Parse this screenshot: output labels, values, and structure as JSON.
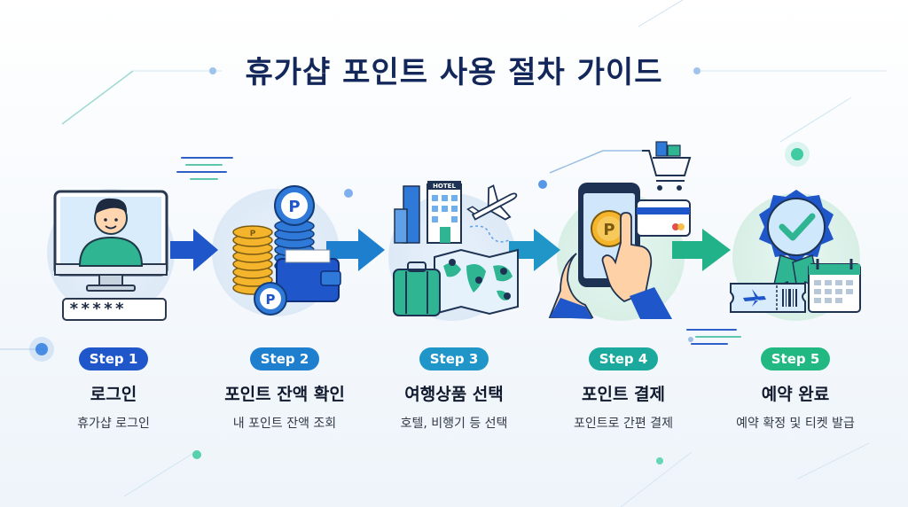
{
  "title": "휴가샵 포인트 사용 절차 가이드",
  "password_mask": "*****",
  "hotel_sign": "HOTEL",
  "coin_symbol": "P",
  "colors": {
    "title": "#13275a",
    "step1": "#1f56c9",
    "step2": "#1f7fcf",
    "step3": "#1f95c8",
    "step4": "#1aa99c",
    "step5": "#22b882"
  },
  "steps": [
    {
      "badge": "Step 1",
      "title": "로그인",
      "desc": "휴가샵 로그인"
    },
    {
      "badge": "Step 2",
      "title": "포인트 잔액 확인",
      "desc": "내 포인트 잔액 조회"
    },
    {
      "badge": "Step 3",
      "title": "여행상품 선택",
      "desc": "호텔, 비행기 등 선택"
    },
    {
      "badge": "Step 4",
      "title": "포인트 결제",
      "desc": "포인트로 간편 결제"
    },
    {
      "badge": "Step 5",
      "title": "예약 완료",
      "desc": "예약 확정 및 티켓 발급"
    }
  ]
}
